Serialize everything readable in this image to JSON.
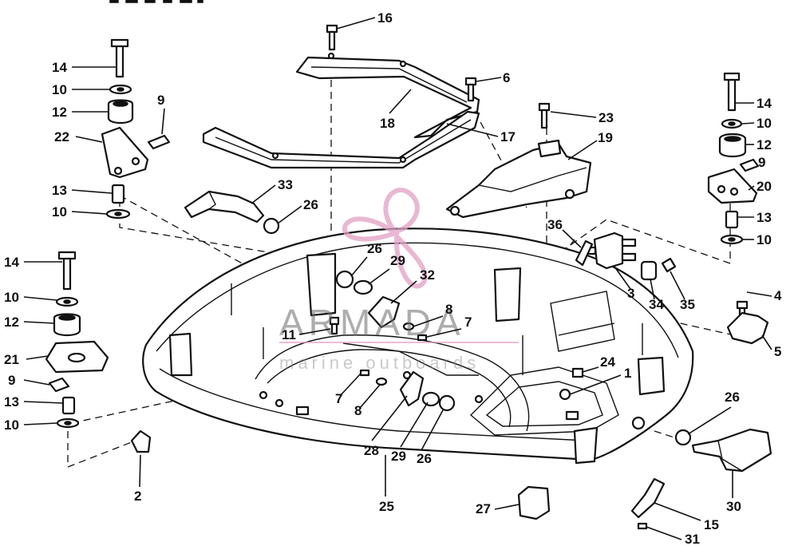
{
  "watermark": {
    "brand": "ARMADA",
    "tagline": "marine outboards",
    "accent_color": "#e2a0c4"
  },
  "callouts": [
    {
      "id": "16",
      "label": "16"
    },
    {
      "id": "6",
      "label": "6"
    },
    {
      "id": "18",
      "label": "18"
    },
    {
      "id": "17",
      "label": "17"
    },
    {
      "id": "23",
      "label": "23"
    },
    {
      "id": "19",
      "label": "19"
    },
    {
      "id": "14a",
      "label": "14"
    },
    {
      "id": "10a",
      "label": "10"
    },
    {
      "id": "12a",
      "label": "12"
    },
    {
      "id": "9a",
      "label": "9"
    },
    {
      "id": "22",
      "label": "22"
    },
    {
      "id": "13a",
      "label": "13"
    },
    {
      "id": "10b",
      "label": "10"
    },
    {
      "id": "33",
      "label": "33"
    },
    {
      "id": "26a",
      "label": "26"
    },
    {
      "id": "14b",
      "label": "14"
    },
    {
      "id": "10c",
      "label": "10"
    },
    {
      "id": "12b",
      "label": "12"
    },
    {
      "id": "9b",
      "label": "9"
    },
    {
      "id": "20",
      "label": "20"
    },
    {
      "id": "13b",
      "label": "13"
    },
    {
      "id": "10d",
      "label": "10"
    },
    {
      "id": "36",
      "label": "36"
    },
    {
      "id": "3",
      "label": "3"
    },
    {
      "id": "34",
      "label": "34"
    },
    {
      "id": "35",
      "label": "35"
    },
    {
      "id": "4",
      "label": "4"
    },
    {
      "id": "5",
      "label": "5"
    },
    {
      "id": "14c",
      "label": "14"
    },
    {
      "id": "10e",
      "label": "10"
    },
    {
      "id": "12c",
      "label": "12"
    },
    {
      "id": "21",
      "label": "21"
    },
    {
      "id": "9c",
      "label": "9"
    },
    {
      "id": "13c",
      "label": "13"
    },
    {
      "id": "10f",
      "label": "10"
    },
    {
      "id": "26b",
      "label": "26"
    },
    {
      "id": "29a",
      "label": "29"
    },
    {
      "id": "32",
      "label": "32"
    },
    {
      "id": "8a",
      "label": "8"
    },
    {
      "id": "7a",
      "label": "7"
    },
    {
      "id": "11",
      "label": "11"
    },
    {
      "id": "24",
      "label": "24"
    },
    {
      "id": "1",
      "label": "1"
    },
    {
      "id": "7b",
      "label": "7"
    },
    {
      "id": "8b",
      "label": "8"
    },
    {
      "id": "28",
      "label": "28"
    },
    {
      "id": "29b",
      "label": "29"
    },
    {
      "id": "26c",
      "label": "26"
    },
    {
      "id": "26d",
      "label": "26"
    },
    {
      "id": "2",
      "label": "2"
    },
    {
      "id": "25",
      "label": "25"
    },
    {
      "id": "27",
      "label": "27"
    },
    {
      "id": "30",
      "label": "30"
    },
    {
      "id": "15",
      "label": "15"
    },
    {
      "id": "31",
      "label": "31"
    }
  ]
}
